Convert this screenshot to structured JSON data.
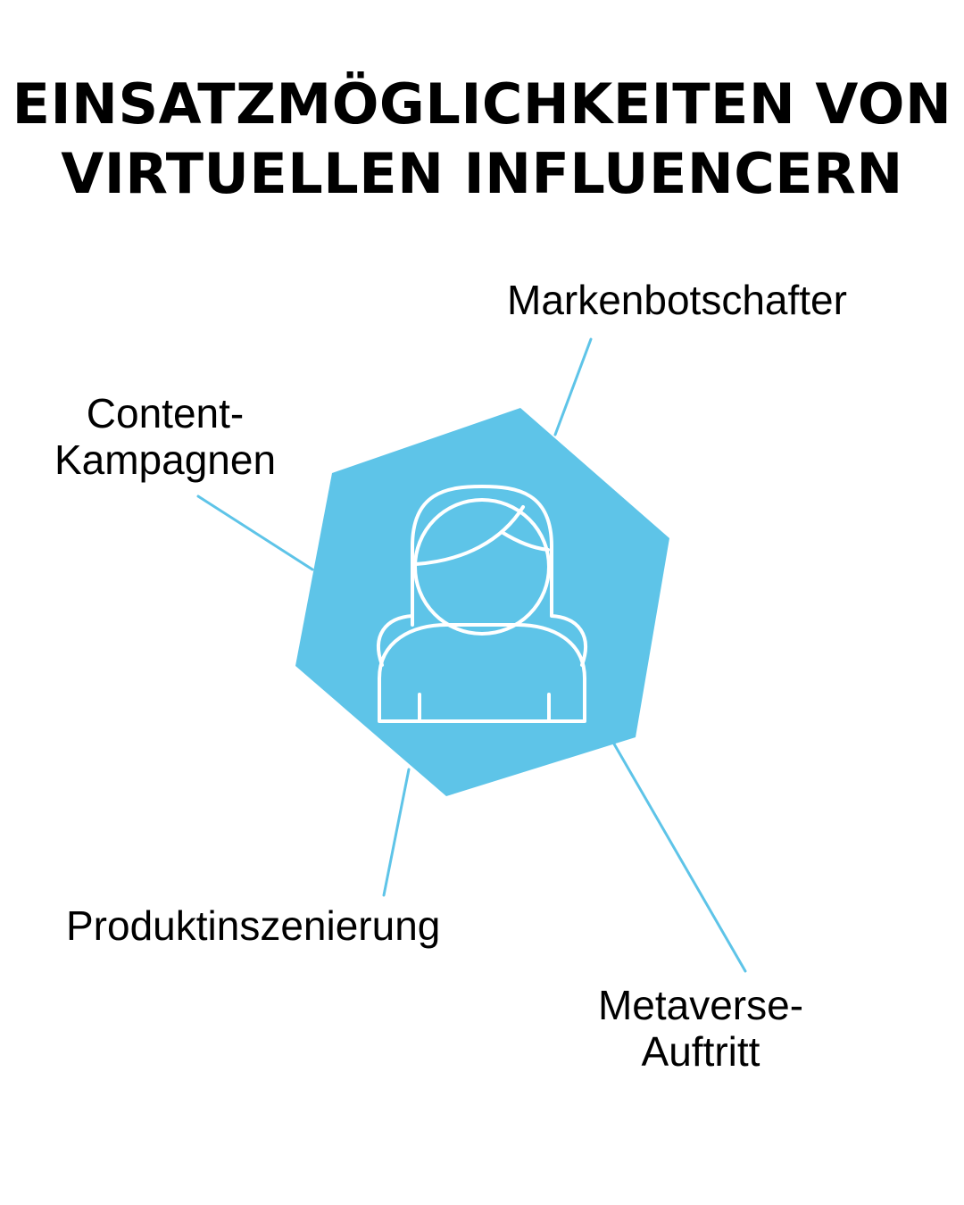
{
  "title": {
    "line1": "EINSATZMÖGLICHKEITEN VON",
    "line2": "VIRTUELLEN INFLUENCERN"
  },
  "labels": {
    "markenbotschafter": "Markenbotschafter",
    "content_line1": "Content-",
    "content_line2": "Kampagnen",
    "produktinszenierung": "Produktinszenierung",
    "metaverse_line1": "Metaverse-",
    "metaverse_line2": "Auftritt"
  },
  "colors": {
    "accent": "#5EC4E8",
    "text": "#000000",
    "background": "#FFFFFF",
    "icon_stroke": "#FFFFFF"
  },
  "icons": {
    "center": "person-icon",
    "shape": "hexagon"
  }
}
